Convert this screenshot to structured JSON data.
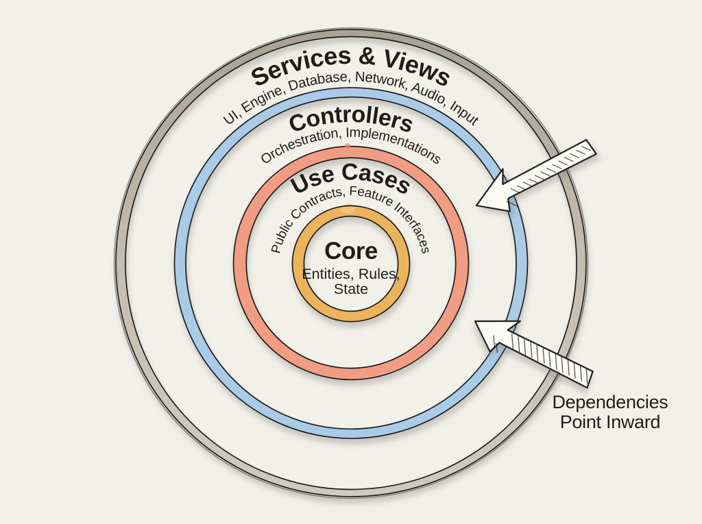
{
  "diagram": {
    "type": "concentric-architecture-rings",
    "rings": [
      {
        "id": "services-views",
        "label": "Services & Views",
        "sublabel": "UI, Engine, Database, Network, Audio, Input"
      },
      {
        "id": "controllers",
        "label": "Controllers",
        "sublabel": "Orchestration, Implementations"
      },
      {
        "id": "use-cases",
        "label": "Use Cases",
        "sublabel": "Public Contracts, Feature Interfaces"
      },
      {
        "id": "core",
        "label": "Core",
        "sublabel_lines": [
          "Entities, Rules,",
          "State"
        ]
      }
    ],
    "annotation": {
      "lines": [
        "Dependencies",
        "Point Inward"
      ]
    },
    "icons": {
      "arrow_top": "inward-arrow",
      "arrow_bottom": "inward-arrow"
    }
  },
  "colors": {
    "background": "#f1f0e9",
    "ink": "#1e1d1a",
    "ring_services_top": "#a9a195",
    "ring_services_bottom": "#cfcabf",
    "ring_controllers": "#a9cbe8",
    "ring_use_cases": "#f19d83",
    "ring_core": "#ecb35d",
    "core_blob": "#f2c77e",
    "red_blob": "#e8835f",
    "arrow_fill": "#fbfaf5",
    "shadow": "#79766d"
  }
}
